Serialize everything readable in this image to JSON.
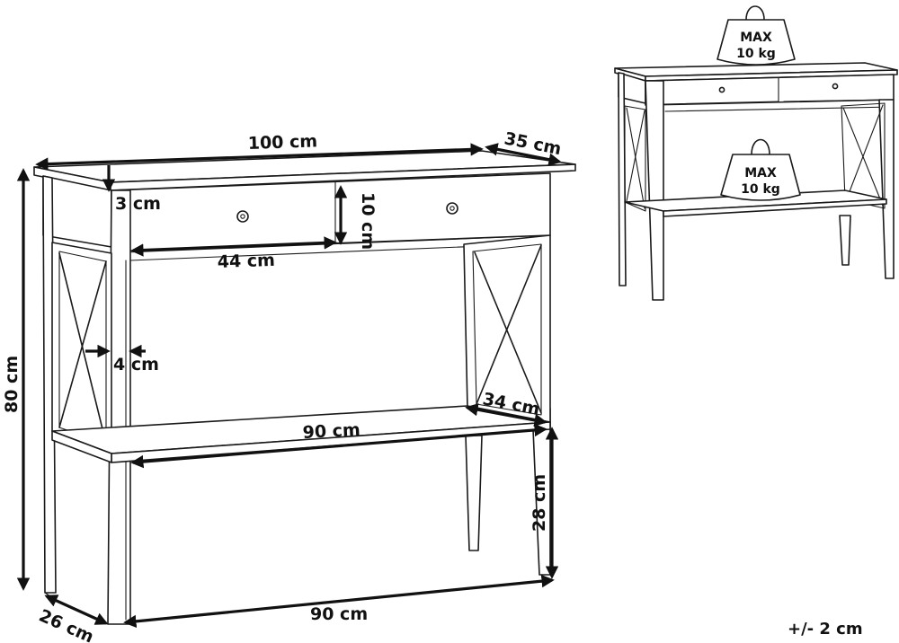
{
  "dimensions": {
    "width_top": "100 cm",
    "depth_top": "35 cm",
    "top_thickness": "3 cm",
    "drawer_height": "10 cm",
    "drawer_width": "44 cm",
    "total_height": "80 cm",
    "leg_width": "4 cm",
    "shelf_depth": "34 cm",
    "shelf_width": "90 cm",
    "shelf_height": "28 cm",
    "base_width": "90 cm",
    "base_depth": "26 cm"
  },
  "load": {
    "top": {
      "line1": "MAX",
      "line2": "10 kg"
    },
    "shelf": {
      "line1": "MAX",
      "line2": "10 kg"
    }
  },
  "tolerance": "+/- 2 cm"
}
